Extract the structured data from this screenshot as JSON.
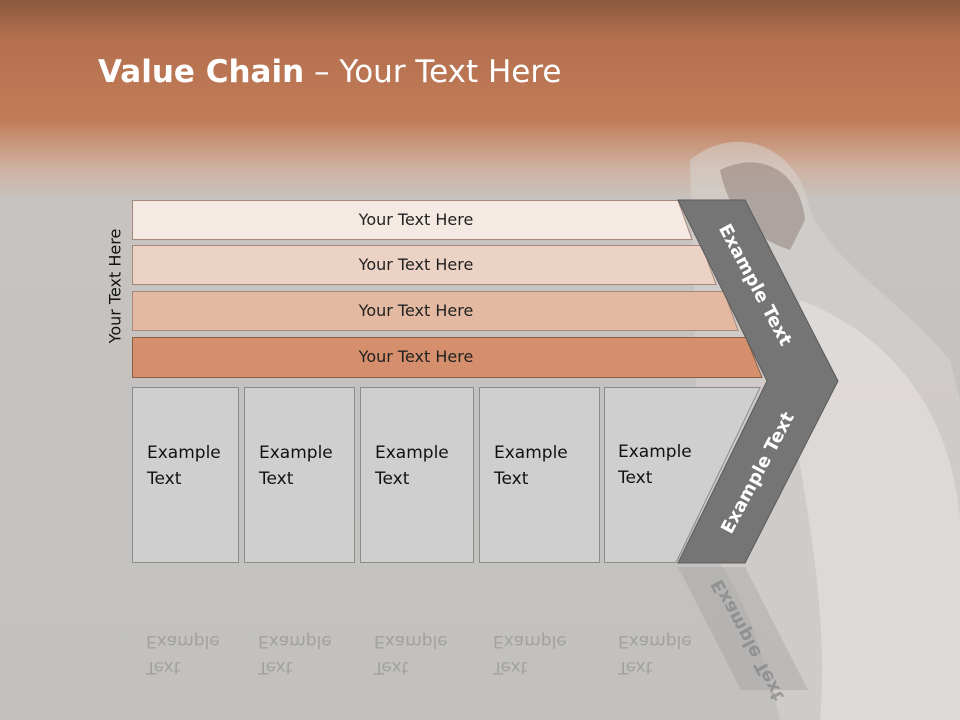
{
  "slide": {
    "title_bold": "Value Chain",
    "title_rest": " – Your Text Here",
    "side_label": "Your Text Here",
    "rows": [
      {
        "label": "Your Text Here",
        "fill": "#f5e9e3"
      },
      {
        "label": "Your Text Here",
        "fill": "#ecd2c4"
      },
      {
        "label": "Your Text Here",
        "fill": "#e4b9a2"
      },
      {
        "label": "Your Text Here",
        "fill": "#d58f6c"
      }
    ],
    "boxes": [
      {
        "line1": "Example",
        "line2": "Text"
      },
      {
        "line1": "Example",
        "line2": "Text"
      },
      {
        "line1": "Example",
        "line2": "Text"
      },
      {
        "line1": "Example",
        "line2": "Text"
      },
      {
        "line1": "Example",
        "line2": "Text"
      }
    ],
    "arrow_upper_label": "Example Text",
    "arrow_lower_label": "Example Text",
    "arrow_color": "#757575",
    "title_bar_color": "#b4704f"
  }
}
